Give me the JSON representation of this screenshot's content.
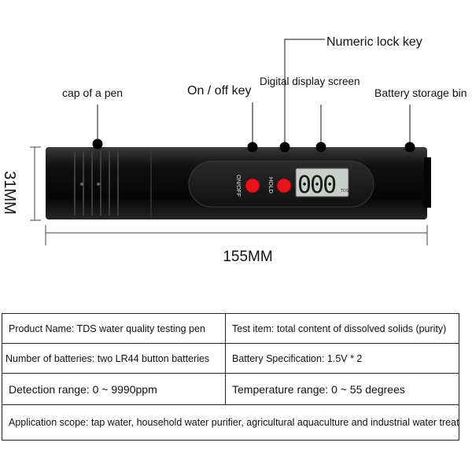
{
  "callouts": {
    "cap": "cap of a pen",
    "onoff": "On / off key",
    "display": "Digital display screen",
    "lock": "Numeric lock key",
    "battery": "Battery storage bin"
  },
  "device": {
    "onoff_text": "ON/OFF",
    "hold_text": "HOLD",
    "lcd_digits": "000",
    "lcd_unit": "TDS",
    "body_color": "#0d0d0d",
    "button_color": "#e8141b"
  },
  "dimensions": {
    "height": "31MM",
    "length": "155MM"
  },
  "spec_table": {
    "product_name": "Product Name: TDS water quality testing pen",
    "test_item": "Test item: total content of dissolved solids (purity)",
    "batteries": "Number of batteries: two LR44 button batteries",
    "battery_spec": "Battery Specification:  1.5V * 2",
    "detection_range": "Detection range:  0 ~ 9990ppm",
    "temperature_range": "Temperature range:  0 ~ 55 degrees",
    "application_scope": "Application scope: tap water, household water purifier, agricultural aquaculture and industrial water treatment industry, etc"
  }
}
